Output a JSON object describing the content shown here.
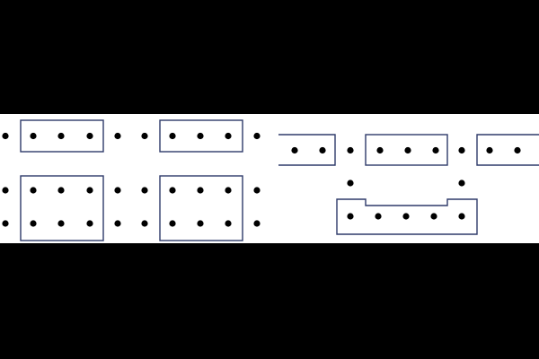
{
  "colors": {
    "background": "#000000",
    "panel": "#ffffff",
    "outline": "#2e3a6a",
    "dot": "#000000"
  },
  "diagram": {
    "panels": [
      {
        "name": "left-panel",
        "rows": [
          {
            "name": "top-row",
            "groups": [
              {
                "boxed": false,
                "dots": 1
              },
              {
                "boxed": true,
                "dots": 3
              },
              {
                "boxed": false,
                "dots": 2
              },
              {
                "boxed": true,
                "dots": 3
              },
              {
                "boxed": false,
                "dots": 1
              }
            ]
          },
          {
            "name": "bottom-rows",
            "groups": [
              {
                "boxed": false,
                "dots": 2
              },
              {
                "boxed": true,
                "dots": 6
              },
              {
                "boxed": false,
                "dots": 4
              },
              {
                "boxed": true,
                "dots": 6
              },
              {
                "boxed": false,
                "dots": 2
              }
            ]
          }
        ]
      },
      {
        "name": "right-panel",
        "rows": [
          {
            "name": "top-row",
            "groups": [
              {
                "boxed": true,
                "open_left": true,
                "dots": 2
              },
              {
                "boxed": false,
                "dots": 1
              },
              {
                "boxed": true,
                "dots": 3
              },
              {
                "boxed": false,
                "dots": 1
              },
              {
                "boxed": true,
                "open_right": true,
                "dots": 2
              }
            ]
          },
          {
            "name": "bottom-row",
            "groups": [
              {
                "boxed": false,
                "dots": 2
              },
              {
                "boxed": true,
                "notched": true,
                "dots": 5
              }
            ]
          }
        ]
      }
    ]
  }
}
